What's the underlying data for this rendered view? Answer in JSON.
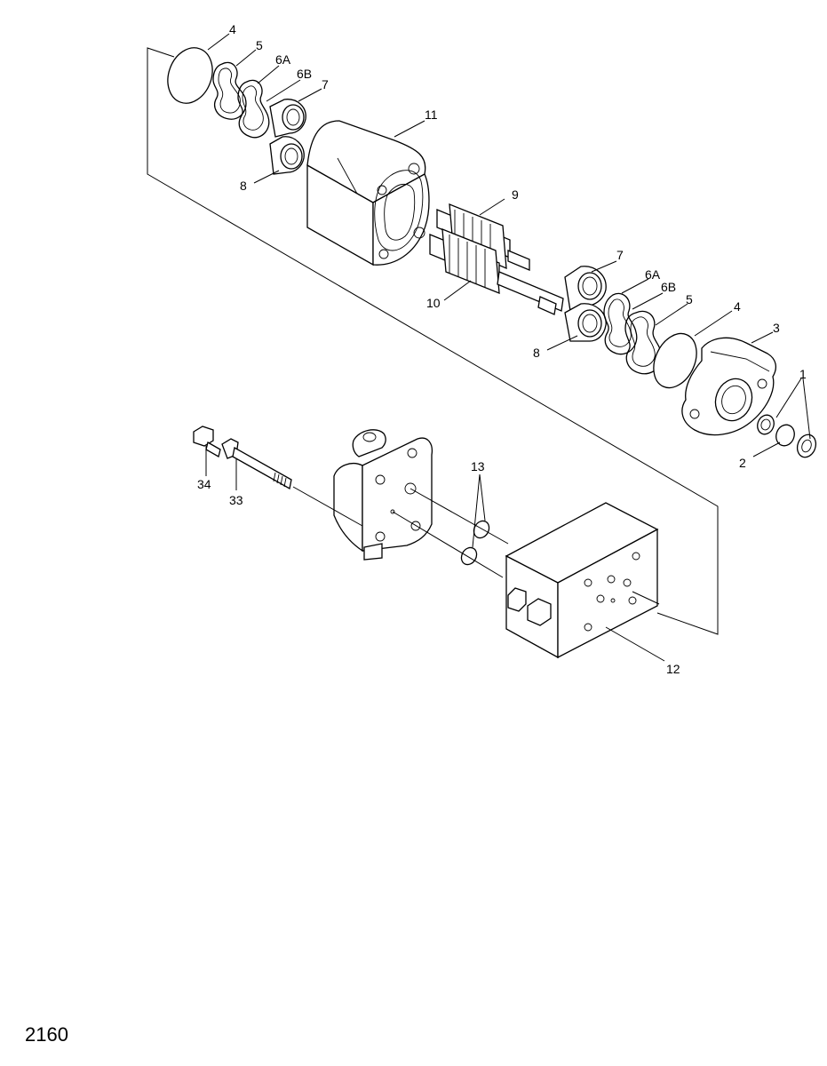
{
  "callouts": {
    "c4_top": "4",
    "c5_top": "5",
    "c6a_top": "6A",
    "c6b_top": "6B",
    "c7_top": "7",
    "c8_top": "8",
    "c11": "11",
    "c9": "9",
    "c10": "10",
    "c7_bot": "7",
    "c6a_bot": "6A",
    "c6b_bot": "6B",
    "c5_bot": "5",
    "c8_bot": "8",
    "c4_bot": "4",
    "c3": "3",
    "c1": "1",
    "c2": "2",
    "c34": "34",
    "c33": "33",
    "c13": "13",
    "c12": "12"
  },
  "page_number": "2160"
}
